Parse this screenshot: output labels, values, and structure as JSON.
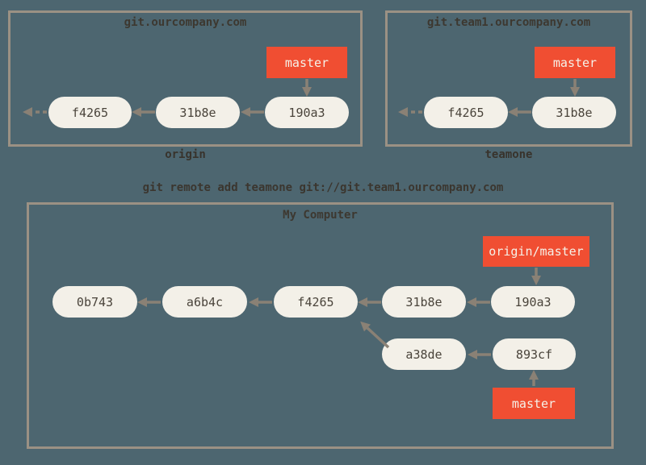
{
  "command": "git remote add teamone git://git.team1.ourcompany.com",
  "repos": {
    "origin": {
      "title": "git.ourcompany.com",
      "label": "origin",
      "branch": "master",
      "commits": [
        "f4265",
        "31b8e",
        "190a3"
      ]
    },
    "teamone": {
      "title": "git.team1.ourcompany.com",
      "label": "teamone",
      "branch": "master",
      "commits": [
        "f4265",
        "31b8e"
      ]
    },
    "local": {
      "title": "My Computer",
      "remote_ref": "origin/master",
      "branch": "master",
      "main_commits": [
        "0b743",
        "a6b4c",
        "f4265",
        "31b8e",
        "190a3"
      ],
      "branch_commits": [
        "a38de",
        "893cf"
      ]
    }
  },
  "colors": {
    "background": "#4d6670",
    "box_border": "#9b9184",
    "commit_fill": "#f3f0e8",
    "commit_text": "#4a443b",
    "ref_fill": "#f04e32",
    "ref_text": "#f5f1e8",
    "arrow": "#8a8175",
    "label_text": "#3d3830"
  }
}
